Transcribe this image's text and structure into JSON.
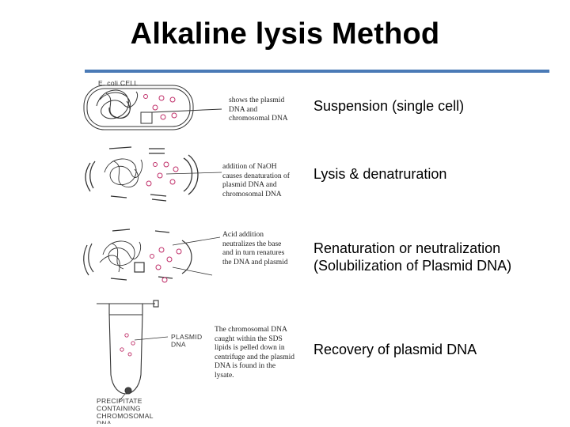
{
  "title": "Alkaline lysis Method",
  "colors": {
    "rule": "#4a7ab6",
    "ink": "#333333",
    "plasmid": "#c0306a"
  },
  "cell_label": "E. coli CELL",
  "tube_label_top": "PLASMID\nDNA",
  "tube_label_bottom": "PRECIPITATE\nCONTAINING\nCHROMOSOMAL\nDNA",
  "steps": [
    {
      "note": "shows the plasmid\nDNA and\nchromosomal DNA",
      "label": "Suspension (single cell)"
    },
    {
      "note": "addition of NaOH\ncauses denaturation of\nplasmid DNA and\nchromosomal DNA",
      "label": "Lysis & denatruration"
    },
    {
      "note": "Acid addition\nneutralizes the base\nand in turn renatures\nthe DNA and plasmid",
      "label": "Renaturation or neutralization\n(Solubilization of  Plasmid DNA)"
    },
    {
      "note": "The chromosomal DNA\ncaught within the SDS\nlipids is pelled down in\ncentrifuge and the plasmid\nDNA is found in the\nlysate.",
      "label": "Recovery of plasmid DNA"
    }
  ]
}
